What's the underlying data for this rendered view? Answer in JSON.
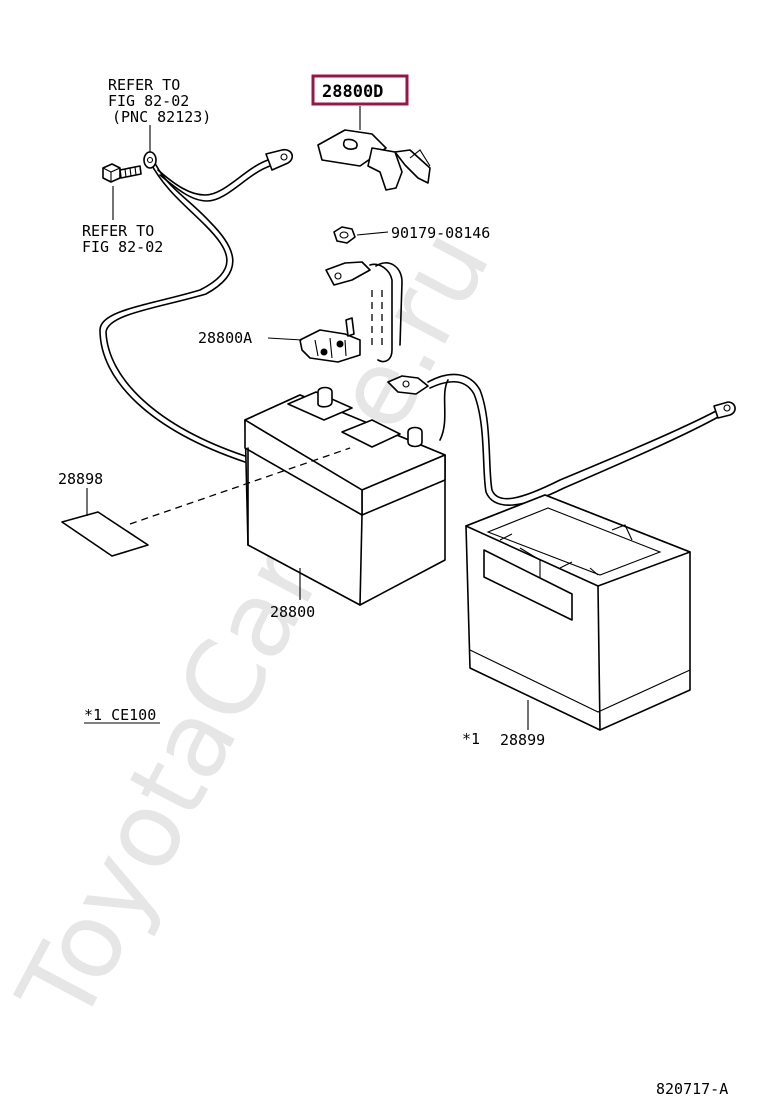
{
  "watermark": "ToyotaCarLine.ru",
  "callouts": {
    "refer_top_line1": "REFER TO",
    "refer_top_line2": "FIG 82-02",
    "refer_top_line3": "(PNC 82123)",
    "refer_left_line1": "REFER TO",
    "refer_left_line2": "FIG 82-02",
    "part_28800D": "28800D",
    "part_90179": "90179-08146",
    "part_28800A": "28800A",
    "part_28898": "28898",
    "part_28800": "28800",
    "note_ce100": "*1 CE100",
    "part_28899_prefix": "*1",
    "part_28899": "28899",
    "figure_id": "820717-A"
  },
  "colors": {
    "highlight": "#9b1447",
    "watermark": "#e6e6e6"
  }
}
